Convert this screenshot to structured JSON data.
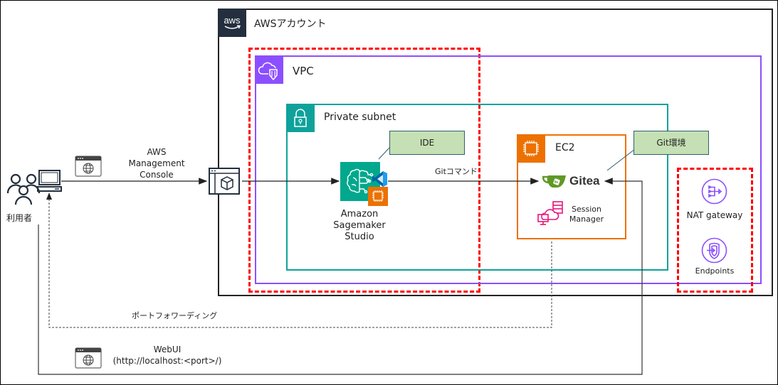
{
  "diagram": {
    "account": {
      "label": "AWSアカウント",
      "badge_icon": "aws-logo-icon"
    },
    "vpc": {
      "label": "VPC",
      "badge_icon": "vpc-cloud-shield-icon"
    },
    "subnet": {
      "label": "Private subnet",
      "badge_icon": "padlock-icon"
    },
    "ec2": {
      "label": "EC2",
      "badge_icon": "ec2-chip-icon"
    },
    "user": {
      "label": "利用者"
    },
    "console_edge": {
      "label_lines": [
        "AWS",
        "Management",
        "Console"
      ]
    },
    "sagemaker": {
      "label_lines": [
        "Amazon",
        "Sagemaker",
        "Studio"
      ]
    },
    "git_command": {
      "label": "Gitコマンド"
    },
    "gitea": {
      "label": "Gitea"
    },
    "session_manager": {
      "label_lines": [
        "Session",
        "Manager"
      ]
    },
    "notes": {
      "ide": "IDE",
      "git_env": "Git環境"
    },
    "nat_gateway": {
      "label": "NAT gateway"
    },
    "endpoints": {
      "label": "Endpoints"
    },
    "port_forwarding": {
      "label": "ポートフォワーディング"
    },
    "webui": {
      "label_lines": [
        "WebUI",
        "(http://localhost:<port>/)"
      ]
    },
    "colors": {
      "account": "#232f3e",
      "vpc": "#8c4fff",
      "subnet": "#0ea29b",
      "ec2": "#ed7100",
      "highlight": "#ff0000",
      "note_fill": "#c5e0b4",
      "session_manager": "#e7157b",
      "gitea": "#609926"
    }
  }
}
